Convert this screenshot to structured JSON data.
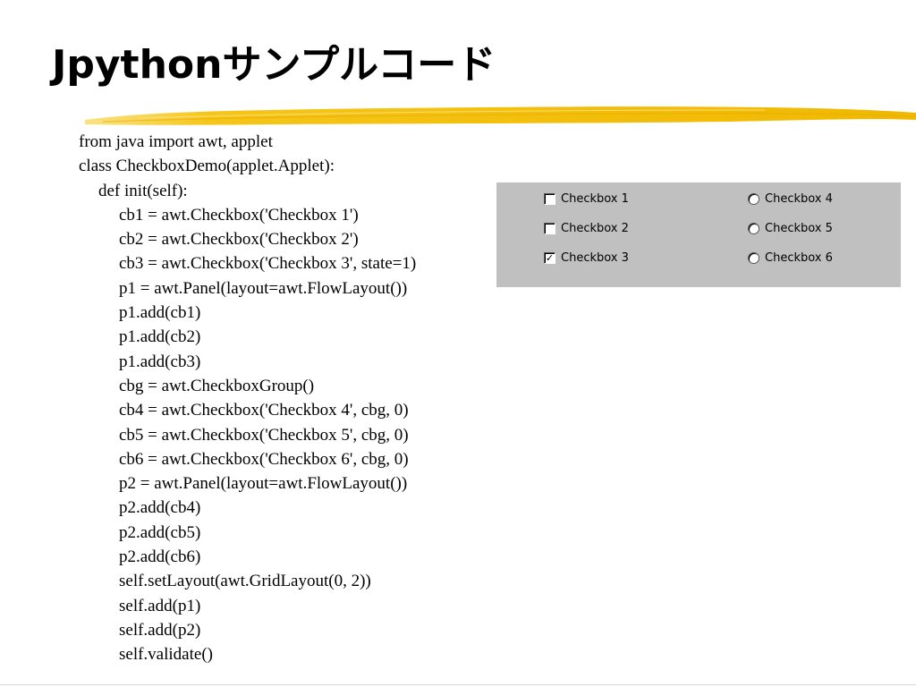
{
  "slide": {
    "title": "Jpythonサンプルコード"
  },
  "code": {
    "lines": [
      {
        "text": "from java import awt, applet",
        "indent": 0
      },
      {
        "text": "class CheckboxDemo(applet.Applet):",
        "indent": 0
      },
      {
        "text": "def init(self):",
        "indent": 1
      },
      {
        "text": "cb1 = awt.Checkbox('Checkbox 1')",
        "indent": 2
      },
      {
        "text": "cb2 = awt.Checkbox('Checkbox 2')",
        "indent": 2
      },
      {
        "text": "cb3 = awt.Checkbox('Checkbox 3', state=1)",
        "indent": 2
      },
      {
        "text": "p1 = awt.Panel(layout=awt.FlowLayout())",
        "indent": 2
      },
      {
        "text": "p1.add(cb1)",
        "indent": 2
      },
      {
        "text": "p1.add(cb2)",
        "indent": 2
      },
      {
        "text": "p1.add(cb3)",
        "indent": 2
      },
      {
        "text": "cbg = awt.CheckboxGroup()",
        "indent": 2
      },
      {
        "text": "cb4 = awt.Checkbox('Checkbox 4', cbg, 0)",
        "indent": 2
      },
      {
        "text": "cb5 = awt.Checkbox('Checkbox 5', cbg, 0)",
        "indent": 2
      },
      {
        "text": "cb6 = awt.Checkbox('Checkbox 6', cbg, 0)",
        "indent": 2
      },
      {
        "text": "p2 = awt.Panel(layout=awt.FlowLayout())",
        "indent": 2
      },
      {
        "text": "p2.add(cb4)",
        "indent": 2
      },
      {
        "text": "p2.add(cb5)",
        "indent": 2
      },
      {
        "text": "p2.add(cb6)",
        "indent": 2
      },
      {
        "text": "self.setLayout(awt.GridLayout(0, 2))",
        "indent": 2
      },
      {
        "text": "self.add(p1)",
        "indent": 2
      },
      {
        "text": "self.add(p2)",
        "indent": 2
      },
      {
        "text": "self.validate()",
        "indent": 2
      }
    ]
  },
  "applet": {
    "checkboxes": [
      {
        "label": "Checkbox 1",
        "checked": false
      },
      {
        "label": "Checkbox 2",
        "checked": false
      },
      {
        "label": "Checkbox 3",
        "checked": true
      }
    ],
    "radios": [
      {
        "label": "Checkbox 4",
        "selected": false
      },
      {
        "label": "Checkbox 5",
        "selected": false
      },
      {
        "label": "Checkbox 6",
        "selected": false
      }
    ],
    "check_mark": "✓"
  },
  "colors": {
    "brush_yellow": "#f5c518",
    "panel_gray": "#c0c0c0"
  }
}
